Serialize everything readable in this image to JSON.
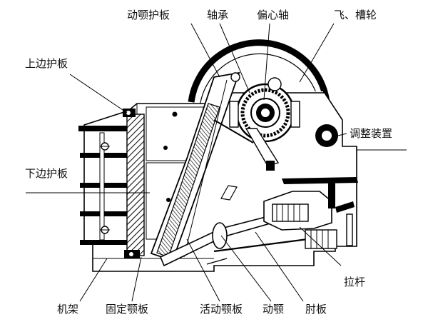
{
  "labels": {
    "movable_jaw_guard": "动颚护板",
    "bearing": "轴承",
    "eccentric_shaft": "偏心轴",
    "flywheel_pulley": "飞、槽轮",
    "upper_side_guard": "上边护板",
    "adjusting_device": "调整装置",
    "lower_side_guard": "下边护板",
    "tie_rod": "拉杆",
    "frame": "机架",
    "fixed_jaw_plate": "固定颚板",
    "movable_jaw_plate": "活动颚板",
    "movable_jaw": "动颚",
    "toggle_plate": "肘板"
  }
}
